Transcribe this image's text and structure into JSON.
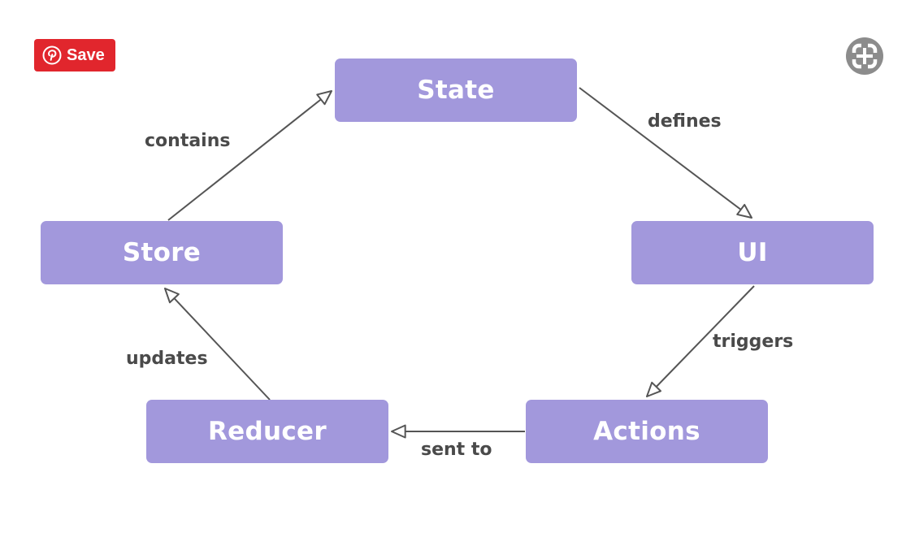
{
  "pin": {
    "save_label": "Save",
    "button_color": "#e1262d"
  },
  "diagram": {
    "node_color": "#a298dc",
    "nodes": {
      "state": "State",
      "ui": "UI",
      "actions": "Actions",
      "reducer": "Reducer",
      "store": "Store"
    },
    "edges": {
      "defines": "defines",
      "triggers": "triggers",
      "sent_to": "sent to",
      "updates": "updates",
      "contains": "contains"
    }
  },
  "icons": {
    "pinterest": "pinterest-icon",
    "expand": "expand-icon"
  }
}
